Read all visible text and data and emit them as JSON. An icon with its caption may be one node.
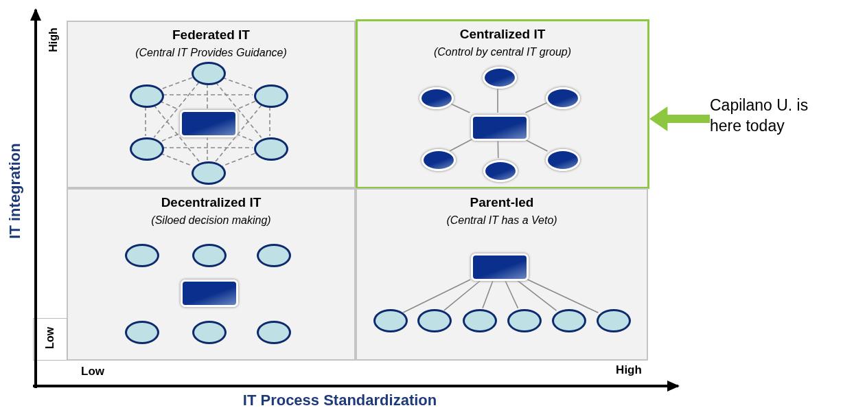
{
  "diagram": {
    "nodes": [
      {
        "text": [
          "Federated IT",
          "(Central IT Provides Guidance)"
        ]
      },
      {
        "text": [],
        "shape": "ellipse",
        "in": 0
      },
      {
        "text": [],
        "shape": "ellipse",
        "in": 0
      },
      {
        "text": [],
        "shape": "ellipse",
        "in": 0
      },
      {
        "text": [],
        "shape": "box",
        "in": 0
      },
      {
        "text": [],
        "shape": "ellipse",
        "in": 0
      },
      {
        "text": [],
        "shape": "ellipse",
        "in": 0
      },
      {
        "text": [],
        "shape": "ellipse",
        "in": 0
      },
      {
        "text": [
          "Centralized IT",
          "(Control by central IT group)"
        ]
      },
      {
        "text": [],
        "shape": "ellipse",
        "in": 8
      },
      {
        "text": [],
        "shape": "ellipse",
        "in": 8
      },
      {
        "text": [],
        "shape": "ellipse",
        "in": 8
      },
      {
        "text": [],
        "shape": "box",
        "in": 8
      },
      {
        "text": [],
        "shape": "ellipse",
        "in": 8
      },
      {
        "text": [],
        "shape": "ellipse",
        "in": 8
      },
      {
        "text": [],
        "shape": "ellipse",
        "in": 8
      },
      {
        "text": [
          "Capilano U. is here today"
        ]
      },
      {
        "text": [
          "Decentralized IT",
          "(Siloed decision making)"
        ]
      },
      {
        "text": [],
        "shape": "ellipse",
        "in": 17
      },
      {
        "text": [],
        "shape": "ellipse",
        "in": 17
      },
      {
        "text": [],
        "shape": "ellipse",
        "in": 17
      },
      {
        "text": [],
        "shape": "box",
        "in": 17
      },
      {
        "text": [],
        "shape": "ellipse",
        "in": 17
      },
      {
        "text": [],
        "shape": "ellipse",
        "in": 17
      },
      {
        "text": [],
        "shape": "ellipse",
        "in": 17
      },
      {
        "text": [
          "Parent-led",
          "(Central IT has a Veto)"
        ]
      },
      {
        "text": [],
        "shape": "box",
        "in": 25
      },
      {
        "text": [],
        "shape": "ellipse",
        "in": 25
      },
      {
        "text": [],
        "shape": "ellipse",
        "in": 25
      },
      {
        "text": [],
        "shape": "ellipse",
        "in": 25
      },
      {
        "text": [],
        "shape": "ellipse",
        "in": 25
      },
      {
        "text": [],
        "shape": "ellipse",
        "in": 25
      },
      {
        "text": [],
        "shape": "ellipse",
        "in": 25
      }
    ],
    "edges": [
      {
        "from": 1,
        "to": 2,
        "arrow": "none",
        "style": "dashed"
      },
      {
        "from": 1,
        "to": 3,
        "arrow": "none",
        "style": "dashed"
      },
      {
        "from": 1,
        "to": 5,
        "arrow": "none",
        "style": "dashed"
      },
      {
        "from": 1,
        "to": 6,
        "arrow": "none",
        "style": "dashed"
      },
      {
        "from": 1,
        "to": 4,
        "arrow": "none",
        "style": "dashed"
      },
      {
        "from": 4,
        "to": 7,
        "arrow": "none",
        "style": "dashed"
      },
      {
        "from": 2,
        "to": 3,
        "arrow": "none",
        "style": "dashed"
      },
      {
        "from": 2,
        "to": 5,
        "arrow": "none",
        "style": "dashed"
      },
      {
        "from": 2,
        "to": 4,
        "arrow": "none",
        "style": "dashed"
      },
      {
        "from": 4,
        "to": 6,
        "arrow": "none",
        "style": "dashed"
      },
      {
        "from": 2,
        "to": 7,
        "arrow": "none",
        "style": "dashed"
      },
      {
        "from": 3,
        "to": 4,
        "arrow": "none",
        "style": "dashed"
      },
      {
        "from": 4,
        "to": 5,
        "arrow": "none",
        "style": "dashed"
      },
      {
        "from": 3,
        "to": 6,
        "arrow": "none",
        "style": "dashed"
      },
      {
        "from": 3,
        "to": 7,
        "arrow": "none",
        "style": "dashed"
      },
      {
        "from": 5,
        "to": 6,
        "arrow": "none",
        "style": "dashed"
      },
      {
        "from": 5,
        "to": 7,
        "arrow": "none",
        "style": "dashed"
      },
      {
        "from": 6,
        "to": 7,
        "arrow": "none",
        "style": "dashed"
      },
      {
        "from": 12,
        "to": 9,
        "arrow": "none"
      },
      {
        "from": 12,
        "to": 10,
        "arrow": "none"
      },
      {
        "from": 12,
        "to": 11,
        "arrow": "none"
      },
      {
        "from": 12,
        "to": 13,
        "arrow": "none"
      },
      {
        "from": 12,
        "to": 14,
        "arrow": "none"
      },
      {
        "from": 12,
        "to": 15,
        "arrow": "none"
      },
      {
        "from": 16,
        "to": 8,
        "arrow": "to",
        "style": "thick",
        "color": "#8dc63f"
      },
      {
        "from": 26,
        "to": 27,
        "arrow": "none"
      },
      {
        "from": 26,
        "to": 28,
        "arrow": "none"
      },
      {
        "from": 26,
        "to": 29,
        "arrow": "none"
      },
      {
        "from": 26,
        "to": 30,
        "arrow": "none"
      },
      {
        "from": 26,
        "to": 31,
        "arrow": "none"
      },
      {
        "from": 26,
        "to": 32,
        "arrow": "none"
      }
    ],
    "labels": [
      "High",
      "IT integration",
      "Low",
      "Low",
      "High",
      "IT Process Standardization"
    ]
  }
}
